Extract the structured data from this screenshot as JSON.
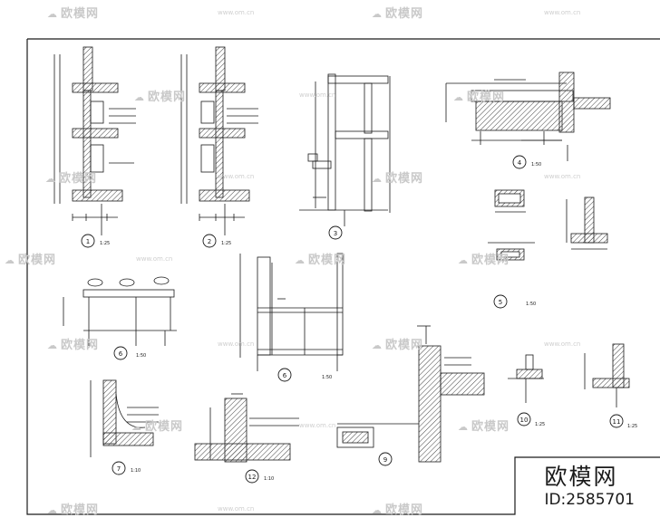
{
  "watermark": {
    "brand": "欧模网",
    "url": "www.om.cn"
  },
  "stamp": {
    "brand": "欧模网",
    "id": "ID:2585701"
  },
  "details": [
    {
      "number": "1",
      "scale": "1:25"
    },
    {
      "number": "2",
      "scale": "1:25"
    },
    {
      "number": "3",
      "scale": ""
    },
    {
      "number": "4",
      "scale": "1:50"
    },
    {
      "number": "5",
      "scale": "1:50"
    },
    {
      "number": "6",
      "scale": "1:50"
    },
    {
      "number": "6",
      "scale": "1:50"
    },
    {
      "number": "7",
      "scale": "1:10"
    },
    {
      "number": "12",
      "scale": "1:10"
    },
    {
      "number": "9",
      "scale": ""
    },
    {
      "number": "10",
      "scale": "1:25"
    },
    {
      "number": "11",
      "scale": "1:25"
    }
  ],
  "colors": {
    "line": "#1a1a1a",
    "watermark": "#c9c9c9",
    "hatch": "#444444"
  }
}
